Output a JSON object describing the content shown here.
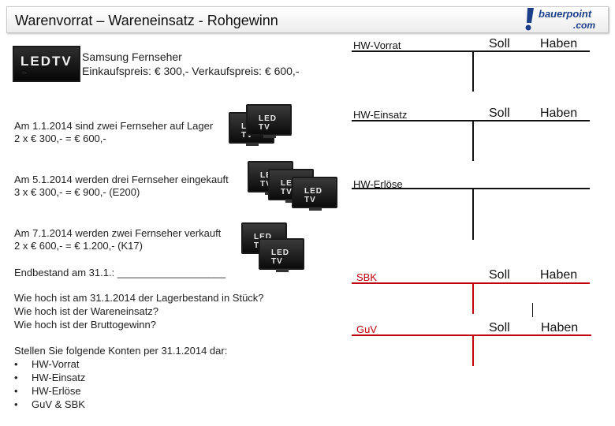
{
  "header": {
    "title": "Warenvorrat – Wareneinsatz - Rohgewinn",
    "logo_text": "bauerpoint",
    "logo_sub": ".com"
  },
  "product": {
    "name": "Samsung Fernseher",
    "prices": "Einkaufspreis: € 300,- Verkaufspreis: € 600,-",
    "tv_logo": "LEDTV",
    "tv_logo_small": "LED TV"
  },
  "events": [
    {
      "line1": "Am 1.1.2014 sind zwei Fernseher auf Lager",
      "line2": "2 x € 300,- = € 600,-"
    },
    {
      "line1": "Am 5.1.2014 werden drei Fernseher eingekauft",
      "line2": "3 x € 300,- = € 900,- (E200)"
    },
    {
      "line1": "Am 7.1.2014 werden zwei Fernseher verkauft",
      "line2": "2 x € 600,- = € 1.200,- (K17)"
    }
  ],
  "endbestand": "Endbestand am 31.1.: ___________________",
  "questions": [
    "Wie hoch ist am 31.1.2014 der Lagerbestand in Stück?",
    "Wie hoch ist der Wareneinsatz?",
    "Wie hoch ist der Bruttogewinn?"
  ],
  "task": {
    "intro": "Stellen Sie folgende Konten per 31.1.2014 dar:",
    "bullet": "•",
    "items": [
      "HW-Vorrat",
      "HW-Einsatz",
      "HW-Erlöse",
      "GuV & SBK"
    ]
  },
  "accounts": [
    {
      "name": "HW-Vorrat",
      "soll": "Soll",
      "haben": "Haben",
      "color": "#111111"
    },
    {
      "name": "HW-Einsatz",
      "soll": "Soll",
      "haben": "Haben",
      "color": "#111111"
    },
    {
      "name": "HW-Erlöse",
      "soll": "",
      "haben": "",
      "color": "#111111"
    },
    {
      "name": "SBK",
      "soll": "Soll",
      "haben": "Haben",
      "color": "#c0000a"
    },
    {
      "name": "GuV",
      "soll": "Soll",
      "haben": "Haben",
      "color": "#c0000a"
    }
  ]
}
